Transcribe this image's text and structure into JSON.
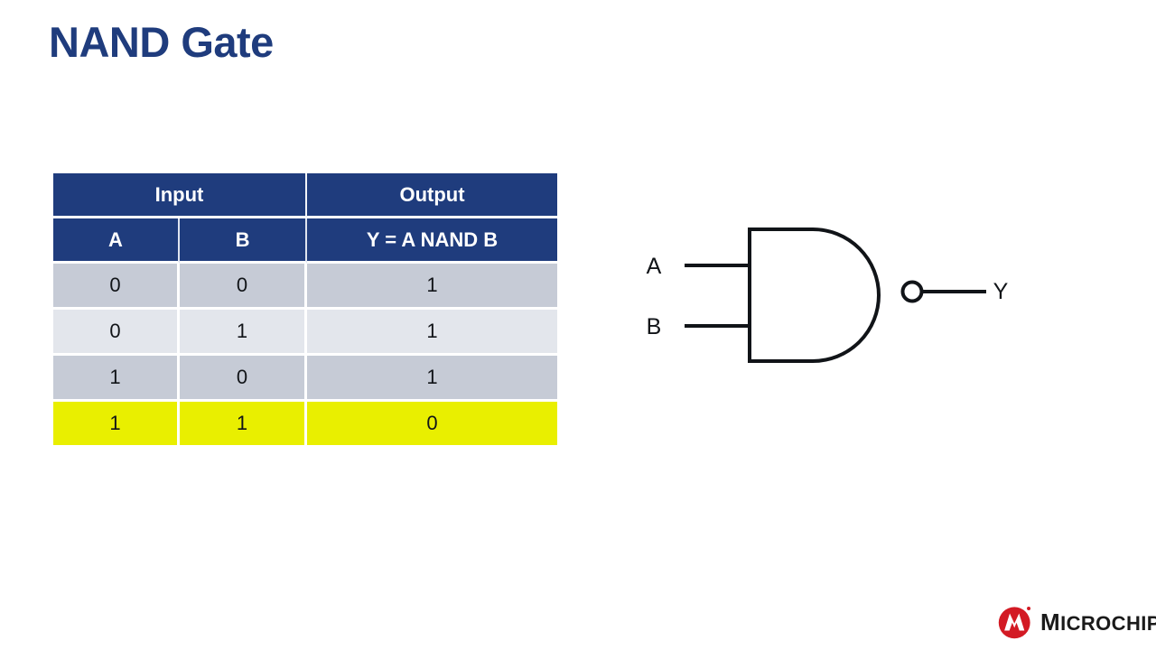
{
  "slide": {
    "title": "NAND Gate",
    "title_color": "#1f3c7d",
    "background_color": "#ffffff"
  },
  "truth_table": {
    "group_headers": [
      {
        "label": "Input",
        "span": 2
      },
      {
        "label": "Output",
        "span": 1
      }
    ],
    "columns": [
      "A",
      "B",
      "Y = A NAND B"
    ],
    "rows": [
      {
        "cells": [
          "0",
          "0",
          "1"
        ],
        "highlight": false
      },
      {
        "cells": [
          "0",
          "1",
          "1"
        ],
        "highlight": false
      },
      {
        "cells": [
          "1",
          "0",
          "1"
        ],
        "highlight": false
      },
      {
        "cells": [
          "1",
          "1",
          "0"
        ],
        "highlight": true
      }
    ],
    "colors": {
      "header_bg": "#1f3c7d",
      "header_text": "#ffffff",
      "row_dark": "#c6cbd6",
      "row_light": "#e3e6ec",
      "row_highlight": "#e9ef00",
      "cell_text": "#111418"
    }
  },
  "gate_diagram": {
    "name": "nand-gate-symbol",
    "inputs": [
      "A",
      "B"
    ],
    "output": "Y",
    "stroke_color": "#111418"
  },
  "logo": {
    "name": "microchip-logo",
    "text": "MICROCHIP",
    "text_cap": "M",
    "text_rest": "ICROCHIP",
    "mark_color": "#d31a24",
    "text_color": "#1a1a1a"
  }
}
